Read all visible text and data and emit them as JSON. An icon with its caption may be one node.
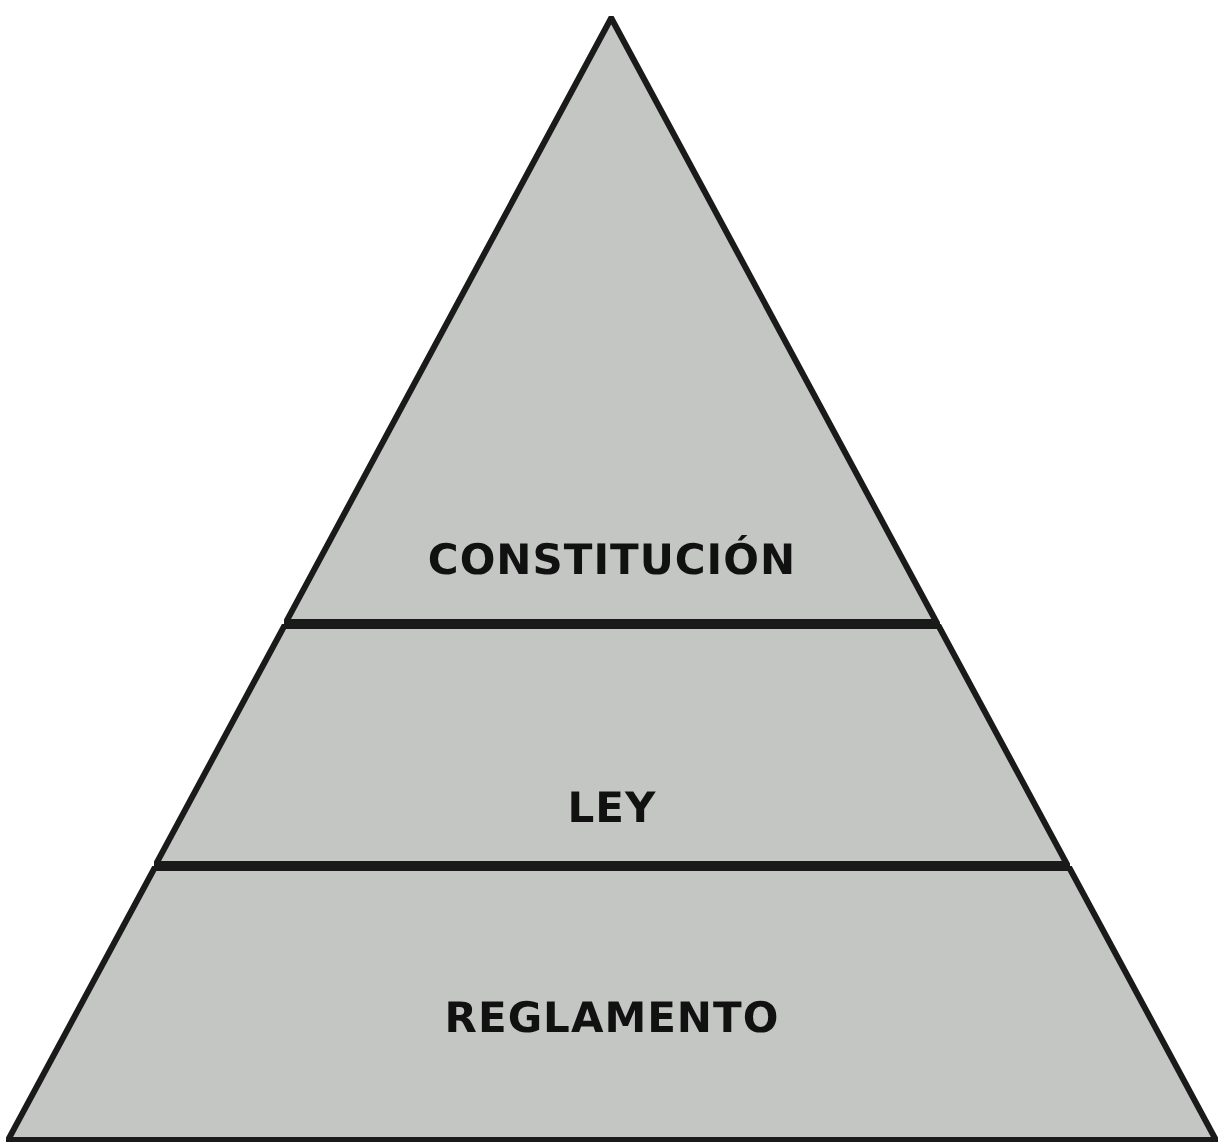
{
  "diagram": {
    "nodes": [
      {
        "text": [
          "CONSTITUCIÓN"
        ]
      },
      {
        "text": [
          "LEY"
        ]
      },
      {
        "text": [
          "REGLAMENTO"
        ]
      }
    ]
  }
}
